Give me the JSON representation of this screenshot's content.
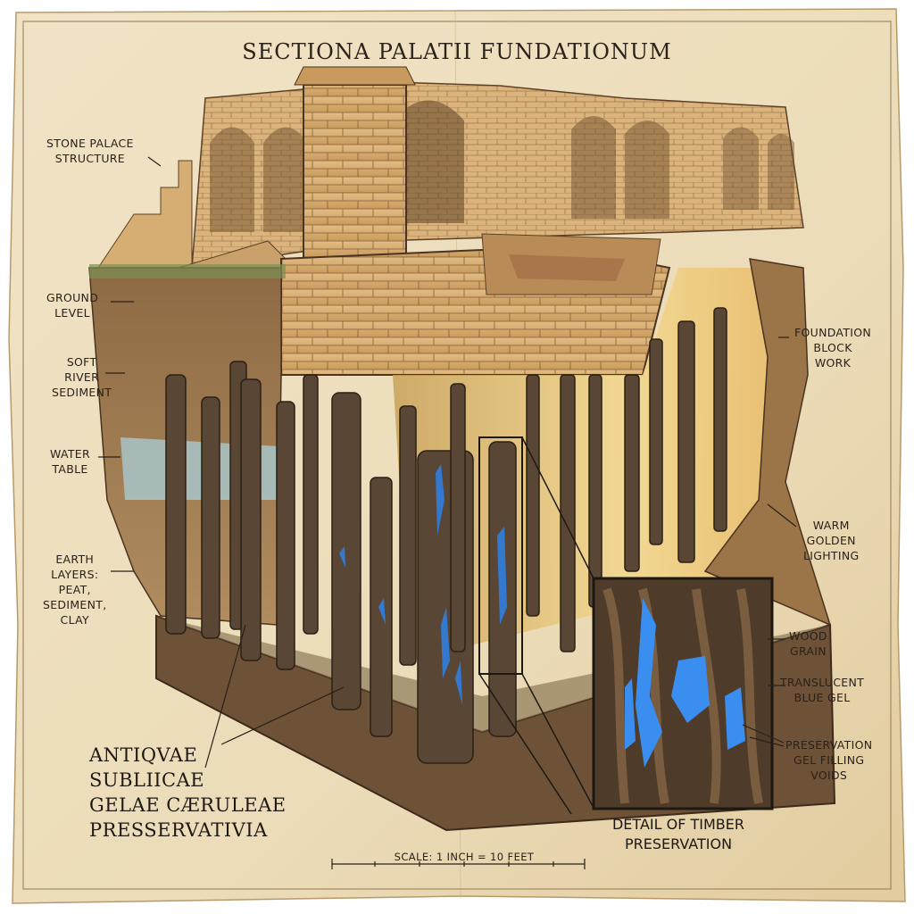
{
  "title": "SECTIONA PALATII FUNDATIONUM",
  "labels": {
    "stone_palace": "STONE PALACE\nSTRUCTURE",
    "ground_level": "GROUND\nLEVEL",
    "soft_river": "SOFT\nRIVER\nSEDIMENT",
    "water_table": "WATER\nTABLE",
    "earth_layers": "EARTH\nLAYERS:\nPEAT,\nSEDIMENT,\nCLAY",
    "foundation_block": "FOUNDATION\nBLOCK\nWORK",
    "warm_lighting": "WARM\nGOLDEN\nLIGHTING",
    "wood_grain": "WOOD\nGRAIN",
    "translucent_gel": "TRANSLUCENT\nBLUE GEL",
    "preservation_gel": "PRESERVATION\nGEL FILLING\nVOIDS"
  },
  "latin_caption": "ANTIQVAE\nSUBLIICAE\nGELAE CÆRULEAE\nPRESSERVATIVIA",
  "detail_caption": "DETAIL OF TIMBER\nPRESERVATION",
  "scale_text": "SCALE: 1 INCH = 10 FEET",
  "colors": {
    "parchment": "#efe2c4",
    "stone": "#d9b27a",
    "timber": "#5a4634",
    "gel": "#2f7fe0",
    "water": "#a9c9cf",
    "ink": "#2a2118"
  }
}
